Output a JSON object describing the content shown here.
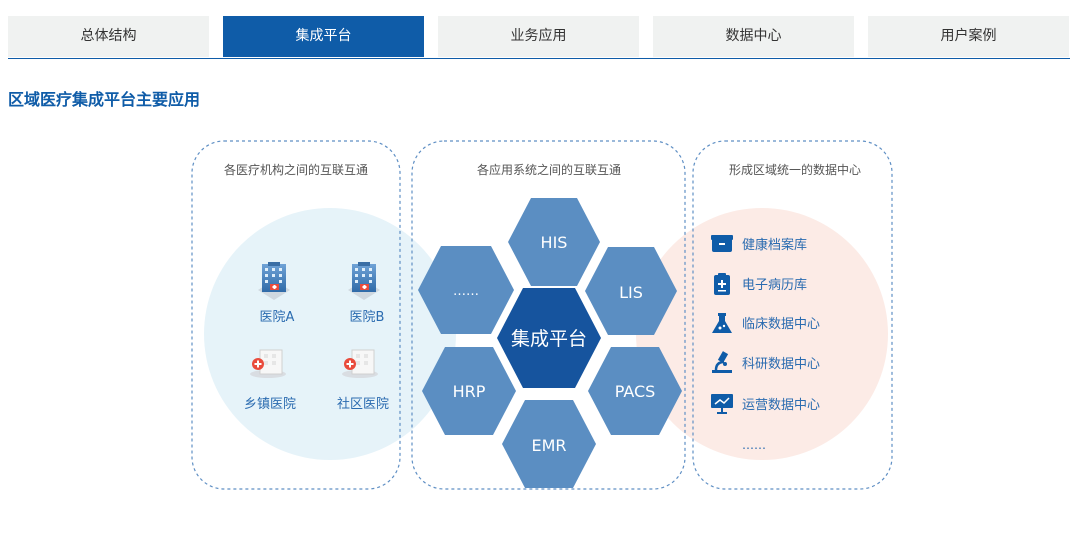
{
  "tabs": [
    {
      "label": "总体结构",
      "active": false
    },
    {
      "label": "集成平台",
      "active": true
    },
    {
      "label": "业务应用",
      "active": false
    },
    {
      "label": "数据中心",
      "active": false
    },
    {
      "label": "用户案例",
      "active": false
    }
  ],
  "section_title": "区域医疗集成平台主要应用",
  "diagram": {
    "left_panel": {
      "title": "各医疗机构之间的互联互通",
      "institutions": [
        {
          "label": "医院A",
          "icon": "hospital-building-icon"
        },
        {
          "label": "医院B",
          "icon": "hospital-building-icon"
        },
        {
          "label": "乡镇医院",
          "icon": "clinic-icon"
        },
        {
          "label": "社区医院",
          "icon": "clinic-icon"
        }
      ]
    },
    "middle_panel": {
      "title": "各应用系统之间的互联互通",
      "center": "集成平台",
      "systems": [
        "HIS",
        "LIS",
        "PACS",
        "EMR",
        "HRP",
        "……"
      ]
    },
    "right_panel": {
      "title": "形成区域统一的数据中心",
      "items": [
        {
          "label": "健康档案库",
          "icon": "archive-box-icon"
        },
        {
          "label": "电子病历库",
          "icon": "clipboard-icon"
        },
        {
          "label": "临床数据中心",
          "icon": "flask-icon"
        },
        {
          "label": "科研数据中心",
          "icon": "microscope-icon"
        },
        {
          "label": "运营数据中心",
          "icon": "presentation-board-icon"
        }
      ],
      "more": "……"
    }
  },
  "colors": {
    "primary": "#0f5ca8",
    "hex_light": "#5b8ec2",
    "hex_center": "#16549e",
    "tab_bg": "#f0f2f1",
    "left_circle": "#e6f3f9",
    "right_circle": "#fcebe6",
    "dashed": "#5f8fc4"
  }
}
